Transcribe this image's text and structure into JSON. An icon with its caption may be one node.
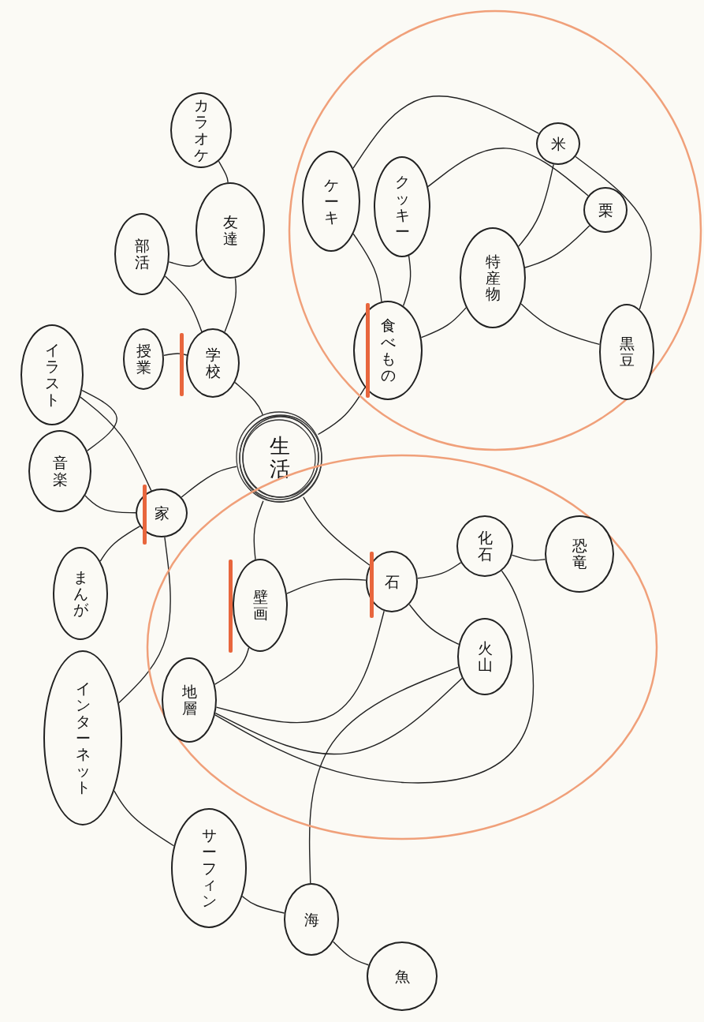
{
  "diagram": {
    "nodes": [
      {
        "text": [
          "生活"
        ]
      },
      {
        "text": [
          "学校"
        ]
      },
      {
        "text": [
          "授業"
        ]
      },
      {
        "text": [
          "部活"
        ]
      },
      {
        "text": [
          "友達"
        ]
      },
      {
        "text": [
          "カラオケ"
        ]
      },
      {
        "text": [],
        "shape": "circle"
      },
      {
        "text": [
          "食べもの"
        ],
        "in": 6
      },
      {
        "text": [
          "ケーキ"
        ],
        "in": 6
      },
      {
        "text": [
          "クッキー"
        ],
        "in": 6
      },
      {
        "text": [
          "特産物"
        ],
        "in": 6
      },
      {
        "text": [
          "米"
        ],
        "in": 6
      },
      {
        "text": [
          "栗"
        ],
        "in": 6
      },
      {
        "text": [
          "黒豆"
        ],
        "in": 6
      },
      {
        "text": [
          "家"
        ]
      },
      {
        "text": [
          "イラスト"
        ]
      },
      {
        "text": [
          "音楽"
        ]
      },
      {
        "text": [
          "まんが"
        ]
      },
      {
        "text": [
          "インターネット"
        ]
      },
      {
        "text": [
          "サーフィン"
        ]
      },
      {
        "text": [
          "海"
        ]
      },
      {
        "text": [
          "魚"
        ]
      },
      {
        "text": [],
        "shape": "circle"
      },
      {
        "text": [
          "石"
        ],
        "in": 22
      },
      {
        "text": [
          "壁画"
        ],
        "in": 22
      },
      {
        "text": [
          "化石"
        ],
        "in": 22
      },
      {
        "text": [
          "恐竜"
        ],
        "in": 22
      },
      {
        "text": [
          "火山"
        ],
        "in": 22
      },
      {
        "text": [
          "地層"
        ],
        "in": 22
      }
    ],
    "edges": [
      {
        "from": 0,
        "to": 1,
        "arrow": "none"
      },
      {
        "from": 1,
        "to": 2,
        "arrow": "none"
      },
      {
        "from": 1,
        "to": 3,
        "arrow": "none"
      },
      {
        "from": 1,
        "to": 4,
        "arrow": "none"
      },
      {
        "from": 3,
        "to": 4,
        "arrow": "none"
      },
      {
        "from": 4,
        "to": 5,
        "arrow": "none"
      },
      {
        "from": 0,
        "to": 7,
        "arrow": "none"
      },
      {
        "from": 7,
        "to": 8,
        "arrow": "none"
      },
      {
        "from": 7,
        "to": 9,
        "arrow": "none"
      },
      {
        "from": 7,
        "to": 10,
        "arrow": "none"
      },
      {
        "from": 10,
        "to": 11,
        "arrow": "none"
      },
      {
        "from": 10,
        "to": 12,
        "arrow": "none"
      },
      {
        "from": 10,
        "to": 13,
        "arrow": "none"
      },
      {
        "from": 8,
        "to": 11,
        "arrow": "none"
      },
      {
        "from": 9,
        "to": 12,
        "arrow": "none"
      },
      {
        "from": 13,
        "to": 11,
        "arrow": "none"
      },
      {
        "from": 0,
        "to": 14,
        "arrow": "none"
      },
      {
        "from": 14,
        "to": 15,
        "arrow": "none"
      },
      {
        "from": 14,
        "to": 16,
        "arrow": "none"
      },
      {
        "from": 14,
        "to": 17,
        "arrow": "none"
      },
      {
        "from": 14,
        "to": 18,
        "arrow": "none"
      },
      {
        "from": 15,
        "to": 16,
        "arrow": "none"
      },
      {
        "from": 18,
        "to": 19,
        "arrow": "none"
      },
      {
        "from": 19,
        "to": 20,
        "arrow": "none"
      },
      {
        "from": 20,
        "to": 21,
        "arrow": "none"
      },
      {
        "from": 0,
        "to": 24,
        "arrow": "none"
      },
      {
        "from": 0,
        "to": 23,
        "arrow": "none"
      },
      {
        "from": 23,
        "to": 24,
        "arrow": "none"
      },
      {
        "from": 23,
        "to": 25,
        "arrow": "none"
      },
      {
        "from": 25,
        "to": 26,
        "arrow": "none"
      },
      {
        "from": 23,
        "to": 27,
        "arrow": "none"
      },
      {
        "from": 24,
        "to": 28,
        "arrow": "none"
      },
      {
        "from": 23,
        "to": 28,
        "arrow": "none"
      },
      {
        "from": 27,
        "to": 28,
        "arrow": "none"
      },
      {
        "from": 25,
        "to": 28,
        "arrow": "none"
      },
      {
        "from": 27,
        "to": 20,
        "arrow": "none"
      }
    ]
  }
}
